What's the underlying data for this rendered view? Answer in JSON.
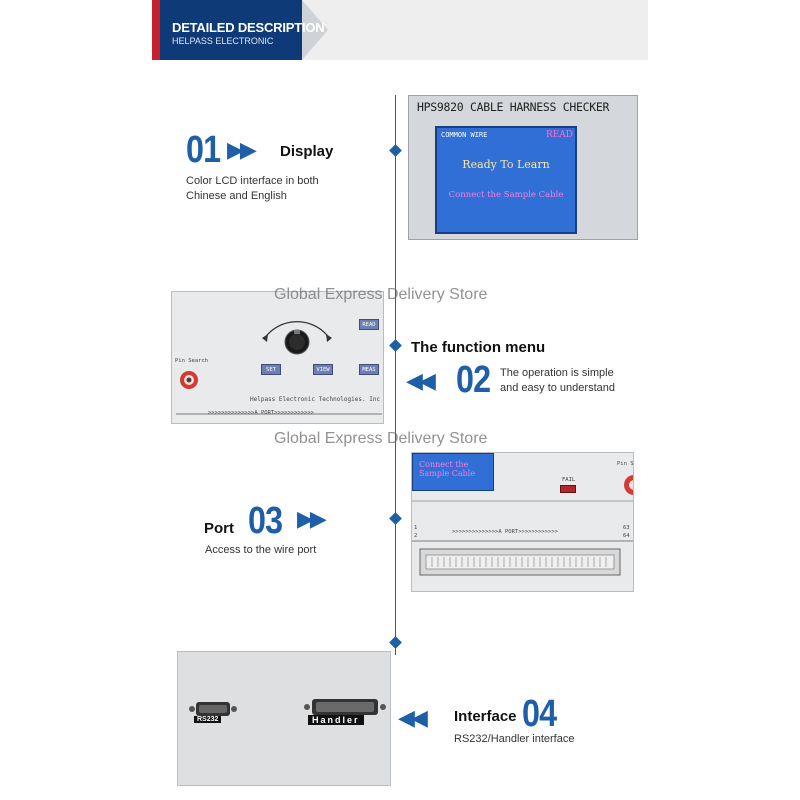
{
  "header": {
    "title": "DETAILED DESCRIPTION",
    "subtitle": "HELPASS ELECTRONIC"
  },
  "watermark": "Global Express Delivery Store",
  "sections": [
    {
      "number": "01",
      "title": "Display",
      "desc_line1": "Color LCD interface in both",
      "desc_line2": "Chinese and English"
    },
    {
      "number": "02",
      "title": "The function menu",
      "desc_line1": "The operation is simple",
      "desc_line2": "and easy to understand"
    },
    {
      "number": "03",
      "title": "Port",
      "desc_line1": "Access to the wire port"
    },
    {
      "number": "04",
      "title": "Interface",
      "desc_line1": "RS232/Handler interface"
    }
  ],
  "device": {
    "model": "HPS9820 CABLE HARNESS CHECKER",
    "lcd_mode": "COMMON WIRE",
    "lcd_status": "READ",
    "lcd_line1": "Ready To Learn",
    "lcd_line2": "Connect the Sample Cable",
    "buttons": {
      "read": "READ",
      "set": "SET",
      "view": "VIEW",
      "meas": "MEAS"
    },
    "pin_search": "Pin Search",
    "maker": "Helpass Electronic Technologies. Inc",
    "port_label": ">>>>>>>>>>>>>>A PORT>>>>>>>>>>>>",
    "pin_nums": {
      "p63": "63",
      "p64": "64",
      "p1": "1",
      "p2": "2"
    },
    "fail_label": "FAIL",
    "pin_search_short": "Pin S",
    "rs232": "RS232",
    "handler": "Handler"
  },
  "colors": {
    "accent": "#1f5fa8",
    "banner_blue": "#0f3a78",
    "banner_red": "#c8202a",
    "lcd_blue": "#2f6fd6"
  }
}
